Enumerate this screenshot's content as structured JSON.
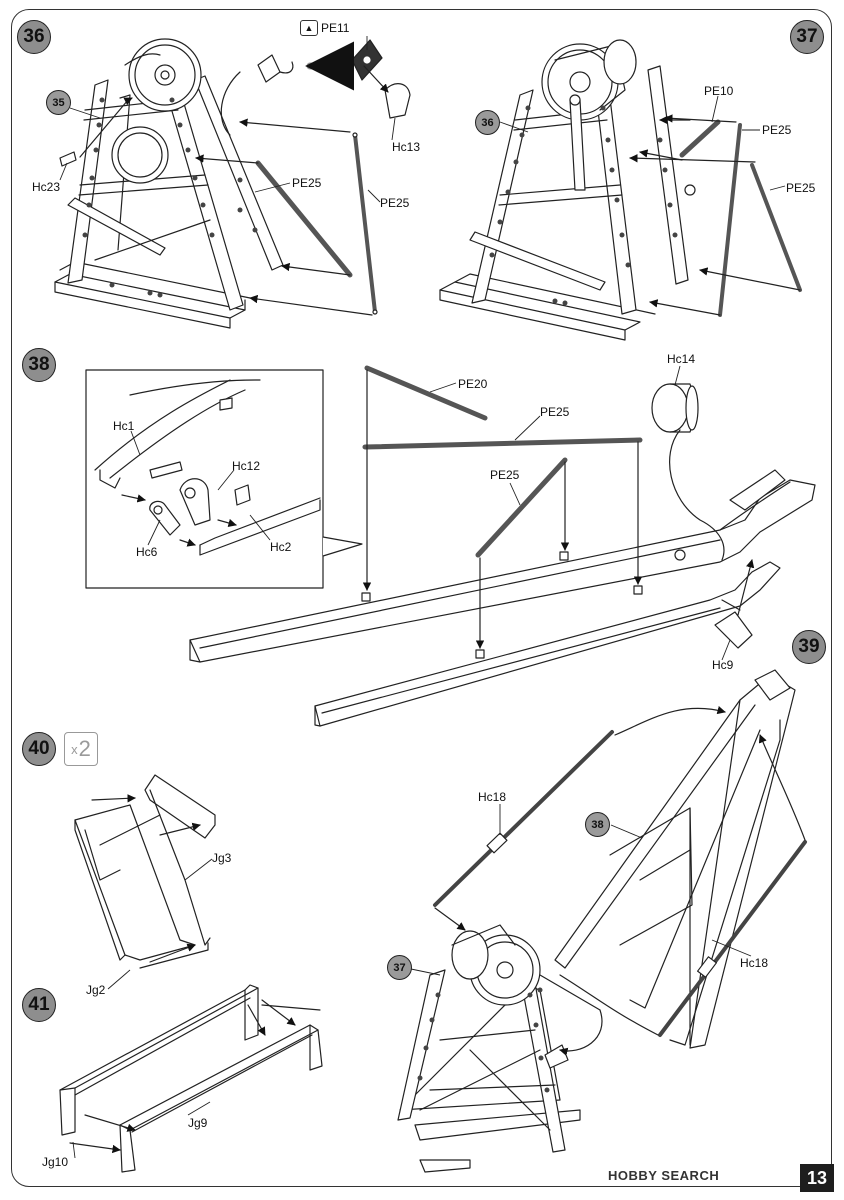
{
  "steps": {
    "s36": "36",
    "s37": "37",
    "s38": "38",
    "s39": "39",
    "s40": "40",
    "s41": "41"
  },
  "refs": {
    "r35": "35",
    "r36": "36",
    "r37": "37",
    "r38": "38"
  },
  "multiplier": {
    "prefix": "x",
    "count": "2"
  },
  "labels": {
    "pe11": "PE11",
    "hc13": "Hc13",
    "hc23": "Hc23",
    "pe25_a": "PE25",
    "pe25_b": "PE25",
    "pe10": "PE10",
    "pe25_c": "PE25",
    "pe25_d": "PE25",
    "hc1": "Hc1",
    "hc12": "Hc12",
    "hc6": "Hc6",
    "hc2": "Hc2",
    "pe20": "PE20",
    "pe25_e": "PE25",
    "pe25_f": "PE25",
    "hc14": "Hc14",
    "hc9": "Hc9",
    "hc18_a": "Hc18",
    "hc18_b": "Hc18",
    "jg3": "Jg3",
    "jg2": "Jg2",
    "jg9": "Jg9",
    "jg10": "Jg10"
  },
  "watermark": "HOBBY SEARCH",
  "page_number": "13"
}
